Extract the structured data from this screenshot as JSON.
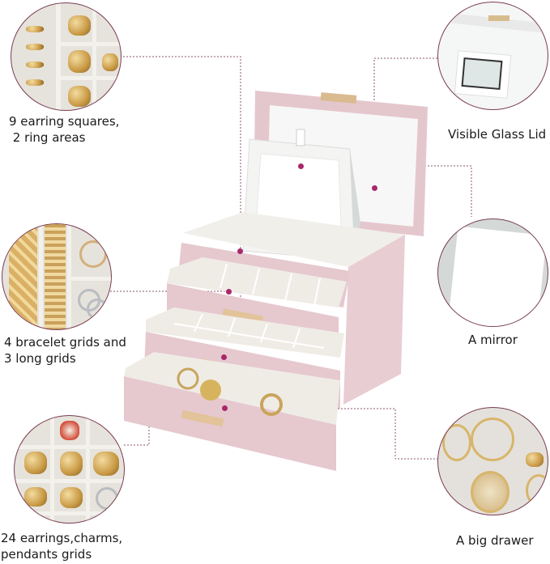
{
  "features": [
    {
      "id": "earring-squares",
      "label": "9 earring squares,\n 2 ring areas"
    },
    {
      "id": "glass-lid",
      "label": "Visible Glass Lid"
    },
    {
      "id": "bracelet-grids",
      "label": "4 bracelet grids and\n3 long grids"
    },
    {
      "id": "mirror",
      "label": "A mirror"
    },
    {
      "id": "earring-charm-grids",
      "label": "24 earrings,charms,\npendants grids"
    },
    {
      "id": "big-drawer",
      "label": "A big drawer"
    }
  ],
  "colors": {
    "accent_dot": "#a8286a",
    "leader_line": "#8a5670",
    "circle_border": "#7a3d52",
    "box_pink": "#e6c8cf",
    "handle_gold": "#e2c39a",
    "interior": "#f1efea"
  }
}
